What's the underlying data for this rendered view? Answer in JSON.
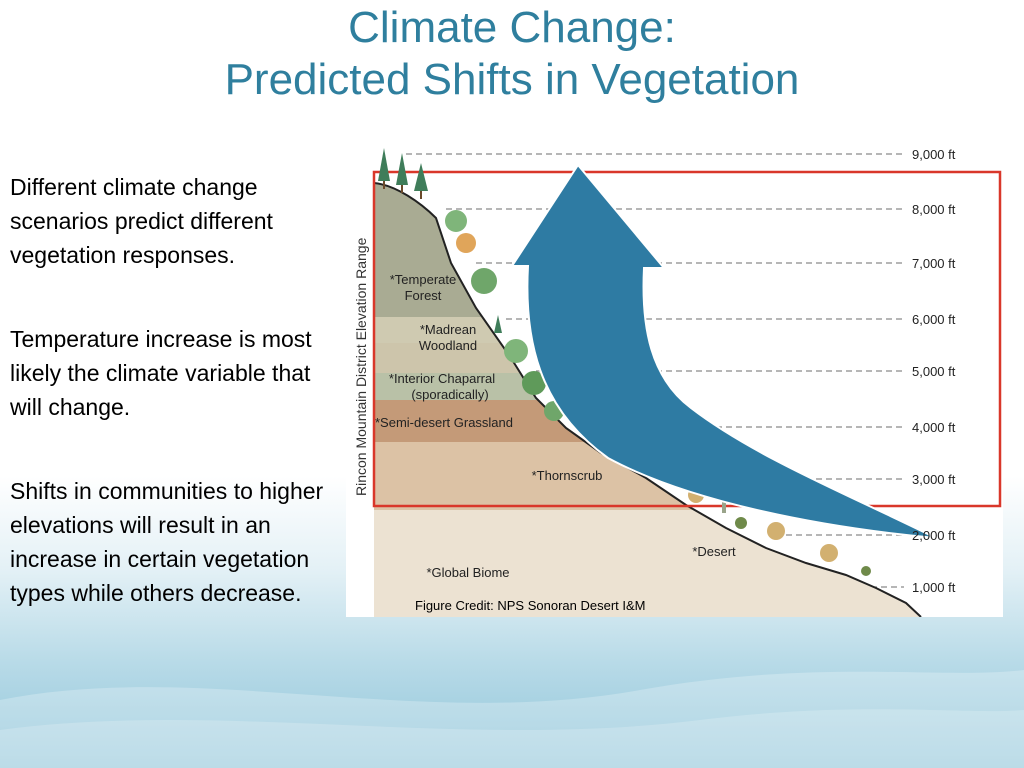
{
  "slide": {
    "title_line1": "Climate Change:",
    "title_line2": "Predicted Shifts in Vegetation"
  },
  "bullets": [
    "Different climate change scenarios predict different vegetation responses.",
    "Temperature increase is most likely the climate variable that will change.",
    "Shifts in communities to higher elevations will result in an increase in certain vegetation types while others decrease."
  ],
  "figure": {
    "axis_label": "Rincon Mountain District Elevation Range",
    "elevations": [
      "9,000 ft",
      "8,000 ft",
      "7,000 ft",
      "6,000 ft",
      "5,000 ft",
      "4,000 ft",
      "3,000 ft",
      "2,000 ft",
      "1,000 ft"
    ],
    "zones": {
      "temperate_line1": "*Temperate",
      "temperate_line2": "Forest",
      "madrean_line1": "*Madrean",
      "madrean_line2": "Woodland",
      "chaparral_line1": "*Interior Chaparral",
      "chaparral_line2": "(sporadically)",
      "grassland": "*Semi-desert Grassland",
      "thornscrub": "*Thornscrub",
      "desert": "*Desert",
      "global": "*Global Biome"
    },
    "credit": "Figure Credit: NPS Sonoran Desert I&M",
    "colors": {
      "title": "#2f7f9e",
      "arrow": "#2e7ba3",
      "range_box": "#d9372a"
    }
  }
}
